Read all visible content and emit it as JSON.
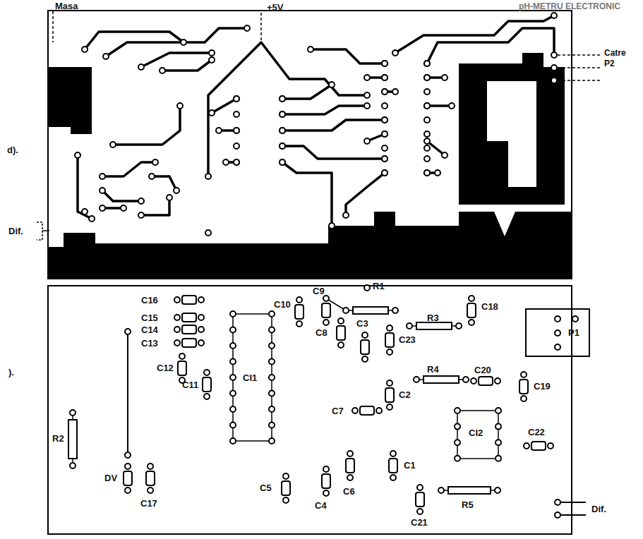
{
  "diagram": {
    "labels": [
      "pH-METRU ELECTRONIC",
      "Masa",
      "+5V",
      "Catre P2",
      "d).",
      "Dif.",
      ").",
      "C16",
      "C9",
      "R1",
      "C10",
      "R3",
      "C18",
      "P1",
      "C15",
      "C14",
      "C13",
      "C8",
      "C3",
      "C23",
      "C20",
      "R4",
      "C2",
      "C12",
      "C19",
      "C7",
      "C11",
      "CI1",
      "R2",
      "CI2",
      "C22",
      "C1",
      "C6",
      "DV",
      "C5",
      "C4",
      "C17",
      "R5",
      "Dif.",
      "C21"
    ]
  }
}
